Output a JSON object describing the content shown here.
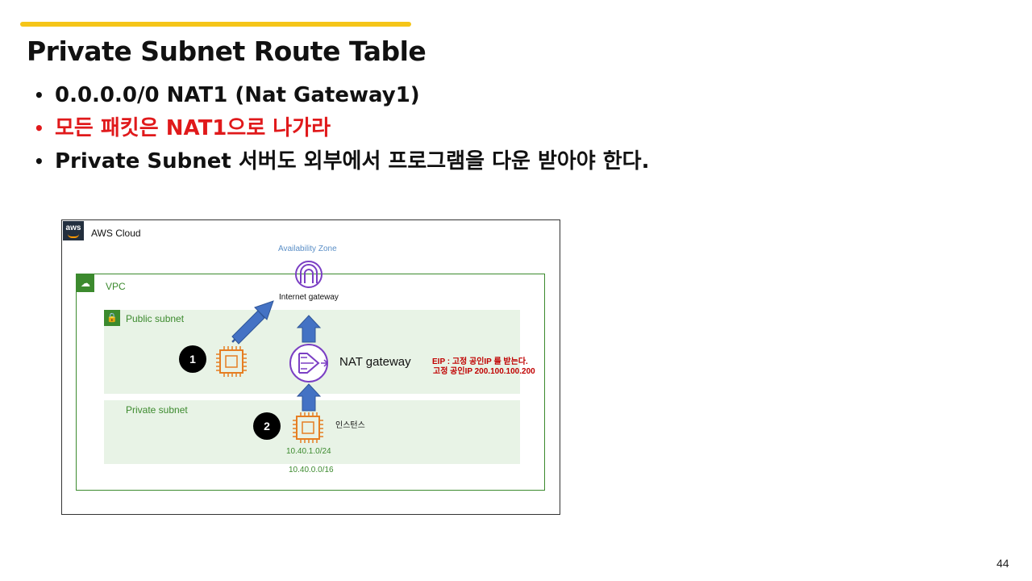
{
  "slide": {
    "title": "Private Subnet Route Table",
    "bullets": [
      "0.0.0.0/0 NAT1 (Nat Gateway1)",
      "모든 패킷은 NAT1으로 나가라",
      "Private Subnet 서버도 외부에서 프로그램을 다운 받아야 한다."
    ],
    "bullet_marker": "•",
    "page_number": "44"
  },
  "diagram": {
    "aws_logo": "aws",
    "aws_cloud": "AWS Cloud",
    "availability_zone": "Availability Zone",
    "vpc": "VPC",
    "internet_gateway": "Internet gateway",
    "public_subnet": "Public subnet",
    "private_subnet": "Private subnet",
    "nat_gateway": "NAT gateway",
    "eip_line1": "EIP : 고정 공인IP 를 받는다.",
    "eip_line2": "고정 공인IP 200.100.100.200",
    "instance_label": "인스턴스",
    "subnet_cidr": "10.40.1.0/24",
    "vpc_cidr": "10.40.0.0/16",
    "badge_1": "1",
    "badge_2": "2"
  },
  "colors": {
    "accent": "#f5c518",
    "highlight_red": "#e0191b",
    "subnet_green": "#3c8a2e",
    "subnet_fill": "#e8f3e6",
    "arrow_blue": "#4472c4",
    "igw_purple": "#7b3fc4",
    "chip_orange": "#e67e22"
  },
  "icons": [
    "aws-logo-icon",
    "vpc-cloud-icon",
    "lock-icon",
    "internet-gateway-icon",
    "nat-gateway-icon",
    "ec2-instance-icon",
    "arrow-up-icon",
    "arrow-diagonal-icon"
  ]
}
